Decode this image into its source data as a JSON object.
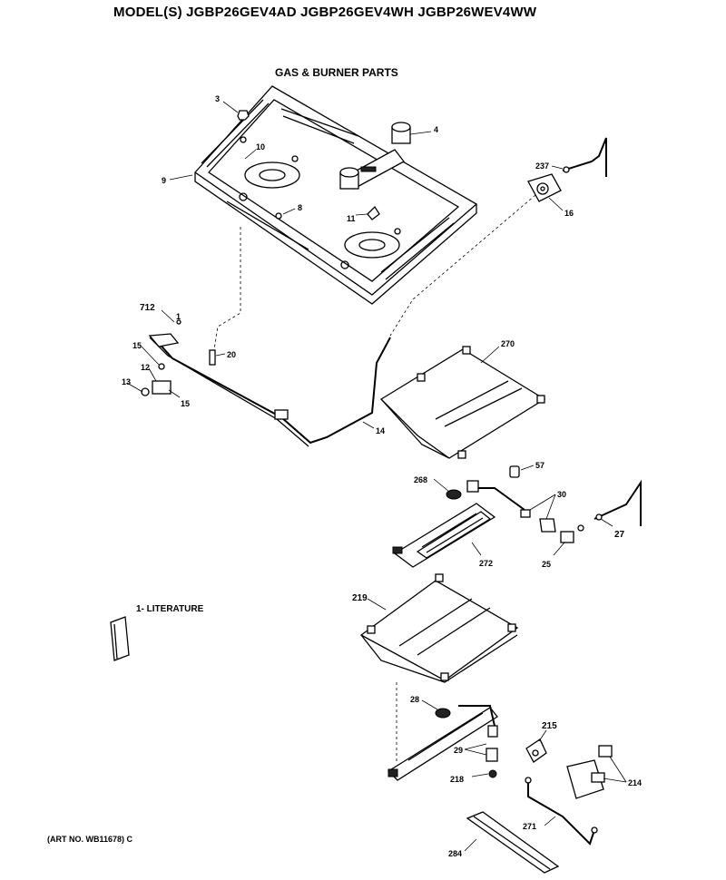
{
  "header": {
    "models": "MODEL(S) JGBP26GEV4AD  JGBP26GEV4WH  JGBP26WEV4WW",
    "section_title": "GAS & BURNER PARTS"
  },
  "literature_label": "1- LITERATURE",
  "art_number": "(ART NO. WB11678) C",
  "callouts": {
    "c3": "3",
    "c4": "4",
    "c10": "10",
    "c9": "9",
    "c8": "8",
    "c11": "11",
    "c237": "237",
    "c16": "16",
    "c712": "712",
    "c1": "1",
    "c20": "20",
    "c15a": "15",
    "c12": "12",
    "c13": "13",
    "c15b": "15",
    "c14": "14",
    "c270": "270",
    "c268": "268",
    "c57": "57",
    "c30": "30",
    "c27": "27",
    "c272": "272",
    "c25": "25",
    "c219": "219",
    "c28": "28",
    "c215": "215",
    "c29": "29",
    "c218": "218",
    "c214": "214",
    "c271": "271",
    "c284": "284"
  }
}
